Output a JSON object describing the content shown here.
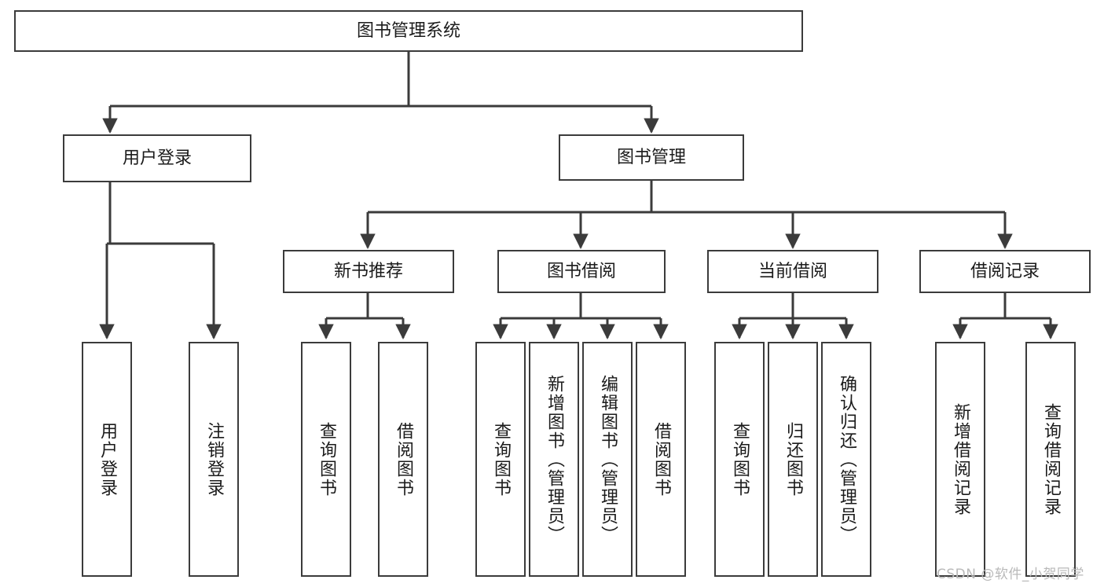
{
  "diagram": {
    "type": "tree",
    "title": "图书管理系统",
    "orientation": "top-down",
    "style": {
      "box_border_color": "#3b3b3b",
      "box_fill_color": "#ffffff",
      "text_color": "#1b1b1b",
      "edge_color": "#3b3b3b",
      "background": "#ffffff"
    },
    "nodes": {
      "root": {
        "label": "图书管理系统",
        "level": 0
      },
      "user_login": {
        "label": "用户登录",
        "level": 1
      },
      "book_manage": {
        "label": "图书管理",
        "level": 1
      },
      "new_book_rec": {
        "label": "新书推荐",
        "level": 2
      },
      "book_borrow": {
        "label": "图书借阅",
        "level": 2
      },
      "current_borrow": {
        "label": "当前借阅",
        "level": 2
      },
      "borrow_record": {
        "label": "借阅记录",
        "level": 2
      },
      "leaf_user_login": {
        "label": "用户登录",
        "level": 2
      },
      "leaf_logout": {
        "label": "注销登录",
        "level": 2
      },
      "leaf_query_book_1": {
        "label": "查询图书",
        "level": 3
      },
      "leaf_borrow_book_1": {
        "label": "借阅图书",
        "level": 3
      },
      "leaf_query_book_2": {
        "label": "查询图书",
        "level": 3
      },
      "leaf_add_book": {
        "label": "新增图书（管理员）",
        "level": 3
      },
      "leaf_edit_book": {
        "label": "编辑图书（管理员）",
        "level": 3
      },
      "leaf_borrow_book_2": {
        "label": "借阅图书",
        "level": 3
      },
      "leaf_query_book_3": {
        "label": "查询图书",
        "level": 3
      },
      "leaf_return_book": {
        "label": "归还图书",
        "level": 3
      },
      "leaf_confirm_return": {
        "label": "确认归还（管理员）",
        "level": 3
      },
      "leaf_add_record": {
        "label": "新增借阅记录",
        "level": 3
      },
      "leaf_query_record": {
        "label": "查询借阅记录",
        "level": 3
      }
    },
    "edges": [
      {
        "from": "root",
        "to": "user_login"
      },
      {
        "from": "root",
        "to": "book_manage"
      },
      {
        "from": "user_login",
        "to": "leaf_user_login"
      },
      {
        "from": "user_login",
        "to": "leaf_logout"
      },
      {
        "from": "book_manage",
        "to": "new_book_rec"
      },
      {
        "from": "book_manage",
        "to": "book_borrow"
      },
      {
        "from": "book_manage",
        "to": "current_borrow"
      },
      {
        "from": "book_manage",
        "to": "borrow_record"
      },
      {
        "from": "new_book_rec",
        "to": "leaf_query_book_1"
      },
      {
        "from": "new_book_rec",
        "to": "leaf_borrow_book_1"
      },
      {
        "from": "book_borrow",
        "to": "leaf_query_book_2"
      },
      {
        "from": "book_borrow",
        "to": "leaf_add_book"
      },
      {
        "from": "book_borrow",
        "to": "leaf_edit_book"
      },
      {
        "from": "book_borrow",
        "to": "leaf_borrow_book_2"
      },
      {
        "from": "current_borrow",
        "to": "leaf_query_book_3"
      },
      {
        "from": "current_borrow",
        "to": "leaf_return_book"
      },
      {
        "from": "current_borrow",
        "to": "leaf_confirm_return"
      },
      {
        "from": "borrow_record",
        "to": "leaf_add_record"
      },
      {
        "from": "borrow_record",
        "to": "leaf_query_record"
      }
    ]
  },
  "watermark": {
    "text": "CSDN @软件_小贺同学",
    "color": "#b9b9b9"
  }
}
